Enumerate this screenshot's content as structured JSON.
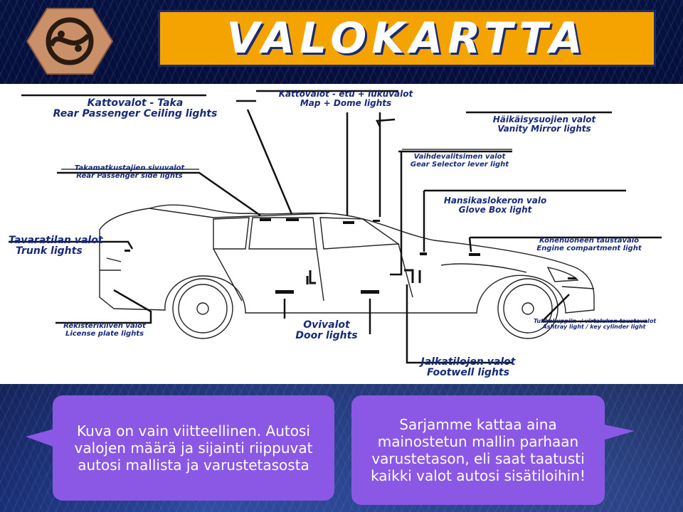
{
  "title": "VALOKARTTA",
  "logo": {
    "icon": "yin-yang-hexagon-logo",
    "color": "#c9906a"
  },
  "colors": {
    "title_bg": "#f5a300",
    "label_text": "#172a7a",
    "bubble_bg": "#8b58e6"
  },
  "labels": {
    "rear_ceiling": {
      "fi": "Kattovalot - Taka",
      "en": "Rear Passenger Ceiling lights"
    },
    "front_ceiling": {
      "fi": "Kattovalot - etu + lukuvalot",
      "en": "Map + Dome lights"
    },
    "vanity": {
      "fi": "Häikäisysuojien valot",
      "en": "Vanity Mirror lights"
    },
    "rear_side": {
      "fi": "Takamatkustajien sivuvalot",
      "en": "Rear Passenger side lights"
    },
    "gear": {
      "fi": "Vaihdevalitsimen valot",
      "en": "Gear Selector lever light"
    },
    "glovebox": {
      "fi": "Hansikaslokeron valo",
      "en": "Glove Box light"
    },
    "trunk": {
      "fi": "Tavaratilan valot",
      "en": "Trunk lights"
    },
    "engine": {
      "fi": "Konehuoneen taustavalo",
      "en": "Engine compartment light"
    },
    "license": {
      "fi": "Rekisterikilven valot",
      "en": "License plate lights"
    },
    "door": {
      "fi": "Ovivalot",
      "en": "Door lights"
    },
    "ashtray": {
      "fi": "Tuhkakuppiin- / virtalukon taustavalot",
      "en": "Ashtray light / key cylinder light"
    },
    "footwell": {
      "fi": "Jalkatilojen valot",
      "en": "Footwell lights"
    }
  },
  "bubbles": {
    "left": "Kuva on vain viitteellinen. Autosi valojen määrä ja sijainti riippuvat autosi mallista ja varustetasosta",
    "right": "Sarjamme kattaa aina mainostetun mallin parhaan varustetason, eli saat taatusti kaikki valot autosi sisätiloihin!"
  }
}
